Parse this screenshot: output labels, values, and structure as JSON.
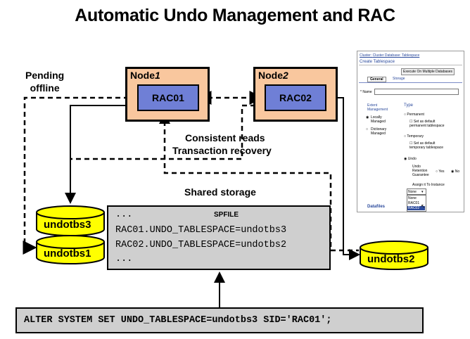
{
  "title": "Automatic Undo Management and RAC",
  "pending_offline": [
    "Pending",
    "offline"
  ],
  "node1": {
    "prefix": "Node",
    "num": "1",
    "instance": "RAC01"
  },
  "node2": {
    "prefix": "Node",
    "num": "2",
    "instance": "RAC02"
  },
  "consistent_reads": "Consistent reads",
  "transaction_recovery": "Transaction recovery",
  "shared_storage": "Shared storage",
  "spfile": {
    "header": "SPFILE",
    "lines": [
      "...",
      "RAC01.UNDO_TABLESPACE=undotbs3",
      "RAC02.UNDO_TABLESPACE=undotbs2",
      "..."
    ]
  },
  "tablespaces": {
    "undotbs3": "undotbs3",
    "undotbs1": "undotbs1",
    "undotbs2": "undotbs2"
  },
  "command": "ALTER SYSTEM SET UNDO_TABLESPACE=undotbs3 SID='RAC01';",
  "em_panel": {
    "breadcrumb": [
      "Cluster: ",
      "Cluster Database: ",
      "Tablespace"
    ],
    "page_title": "Create Tablespace",
    "execute_button": "Execute On Multiple Databases",
    "tabs": [
      "General",
      "Storage"
    ],
    "name_label": "* Name",
    "extent_management": "Extent Management",
    "locally_managed": "Locally Managed",
    "dictionary_managed": "Dictionary Managed",
    "type": "Type",
    "permanent": "Permanent",
    "set_default_permanent": "Set as default permanent tablespace",
    "temporary": "Temporary",
    "set_default_temporary": "Set as default temporary tablespace",
    "undo": "Undo",
    "undo_retention": "Undo Retention Guarantee",
    "yes": "Yes",
    "no": "No",
    "assign_label": "Assign it To Instance",
    "options": [
      "None",
      "RAC01",
      "RAC02"
    ],
    "datafiles": "Datafiles"
  },
  "colors": {
    "node_fill": "#f9c79e",
    "instance_fill": "#6f7fd6",
    "disk_fill": "#ffff00",
    "spfile_fill": "#cfcfcf"
  }
}
